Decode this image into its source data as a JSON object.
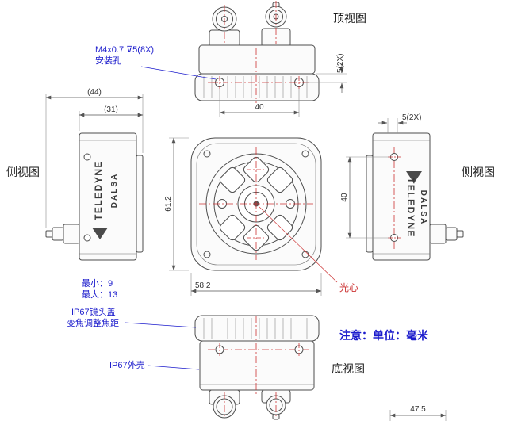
{
  "view_labels": {
    "top": "顶视图",
    "side_left": "侧视图",
    "side_right": "侧视图",
    "bottom": "底视图"
  },
  "dimensions": {
    "overall_with_connector": "(44)",
    "body_depth": "(31)",
    "hole_spacing_h": "40",
    "hole_offset_top": "5(2X)",
    "hole_offset_side": "5(2X)",
    "body_height": "61.2",
    "body_width": "58.2",
    "hole_spacing_v": "40",
    "connector_spacing": "47.5"
  },
  "annotations": {
    "mount_line1": "M4x0.7 ⊽5(8X)",
    "mount_line2": "安装孔",
    "min": "最小：9",
    "max": "最大：13",
    "lens_cap_line1": "IP67镜头盖",
    "lens_cap_line2": "变焦调整焦距",
    "housing": "IP67外壳",
    "optical_center": "光心"
  },
  "note": {
    "unit_note": "注意：单位：毫米"
  },
  "brand": {
    "name": "TELEDYNE",
    "sub": "DALSA"
  },
  "colors": {
    "annotation_blue": "#1a1acc",
    "centerline_red": "#cc3333",
    "drawing_line": "#4d4d4d"
  }
}
